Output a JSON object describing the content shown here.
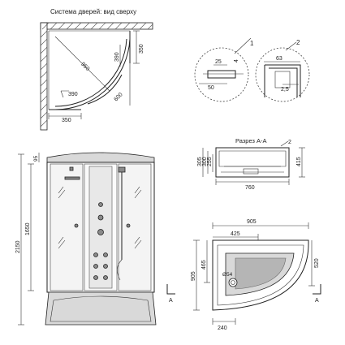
{
  "door_view": {
    "title": "Система дверей: вид сверху",
    "dims": {
      "d390_right": "390",
      "d350_right": "350",
      "d950": "950",
      "d390_left": "390",
      "d600": "600",
      "d350_bottom": "350"
    }
  },
  "detail_callouts": {
    "callout1": {
      "number": "1",
      "d25": "25",
      "d4": "4",
      "d50": "50"
    },
    "callout2": {
      "number": "2",
      "d63": "63",
      "d2_5": "2,5"
    }
  },
  "section": {
    "title": "Разрез А-А",
    "callout": "2",
    "d305": "305",
    "d300": "300",
    "d255": "255",
    "d415": "415",
    "d760": "760"
  },
  "front_view": {
    "d2150": "2150",
    "d1650": "1650",
    "d95": "95"
  },
  "tray_plan": {
    "d905_top": "905",
    "d425": "425",
    "d520": "520",
    "d465": "465",
    "d905_left": "905",
    "d054": "Ø54",
    "d240": "240",
    "marker_left": "A",
    "marker_right": "A"
  }
}
